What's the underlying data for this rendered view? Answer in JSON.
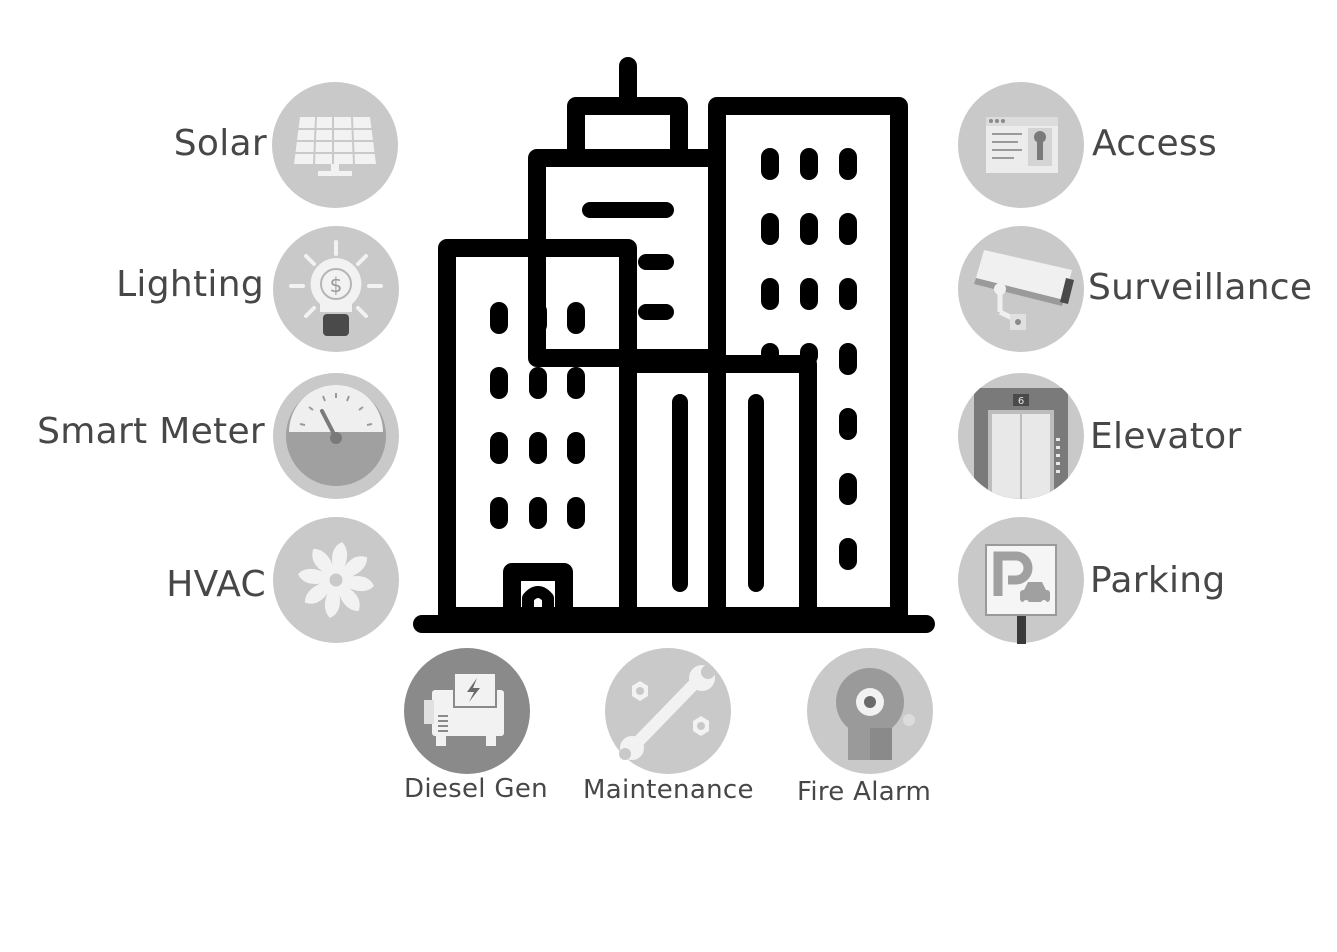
{
  "left_items": [
    {
      "label": "Solar",
      "icon": "solar-panel-icon"
    },
    {
      "label": "Lighting",
      "icon": "light-bulb-icon"
    },
    {
      "label": "Smart Meter",
      "icon": "gauge-icon"
    },
    {
      "label": "HVAC",
      "icon": "fan-icon"
    }
  ],
  "right_items": [
    {
      "label": "Access",
      "icon": "access-key-icon"
    },
    {
      "label": "Surveillance",
      "icon": "security-camera-icon"
    },
    {
      "label": "Elevator",
      "icon": "elevator-icon"
    },
    {
      "label": "Parking",
      "icon": "parking-sign-icon"
    }
  ],
  "bottom_items": [
    {
      "label": "Diesel Gen",
      "icon": "generator-icon"
    },
    {
      "label": "Maintenance",
      "icon": "wrench-bolts-icon"
    },
    {
      "label": "Fire Alarm",
      "icon": "fire-bell-icon"
    }
  ],
  "center_icon": "buildings-icon",
  "elevator_floor": "6",
  "lighting_symbol": "$",
  "colors": {
    "label_text": "#474747",
    "circle_fill": "#c9c9c9",
    "circle_dark": "#8a8a8a",
    "building_stroke": "#000000"
  }
}
